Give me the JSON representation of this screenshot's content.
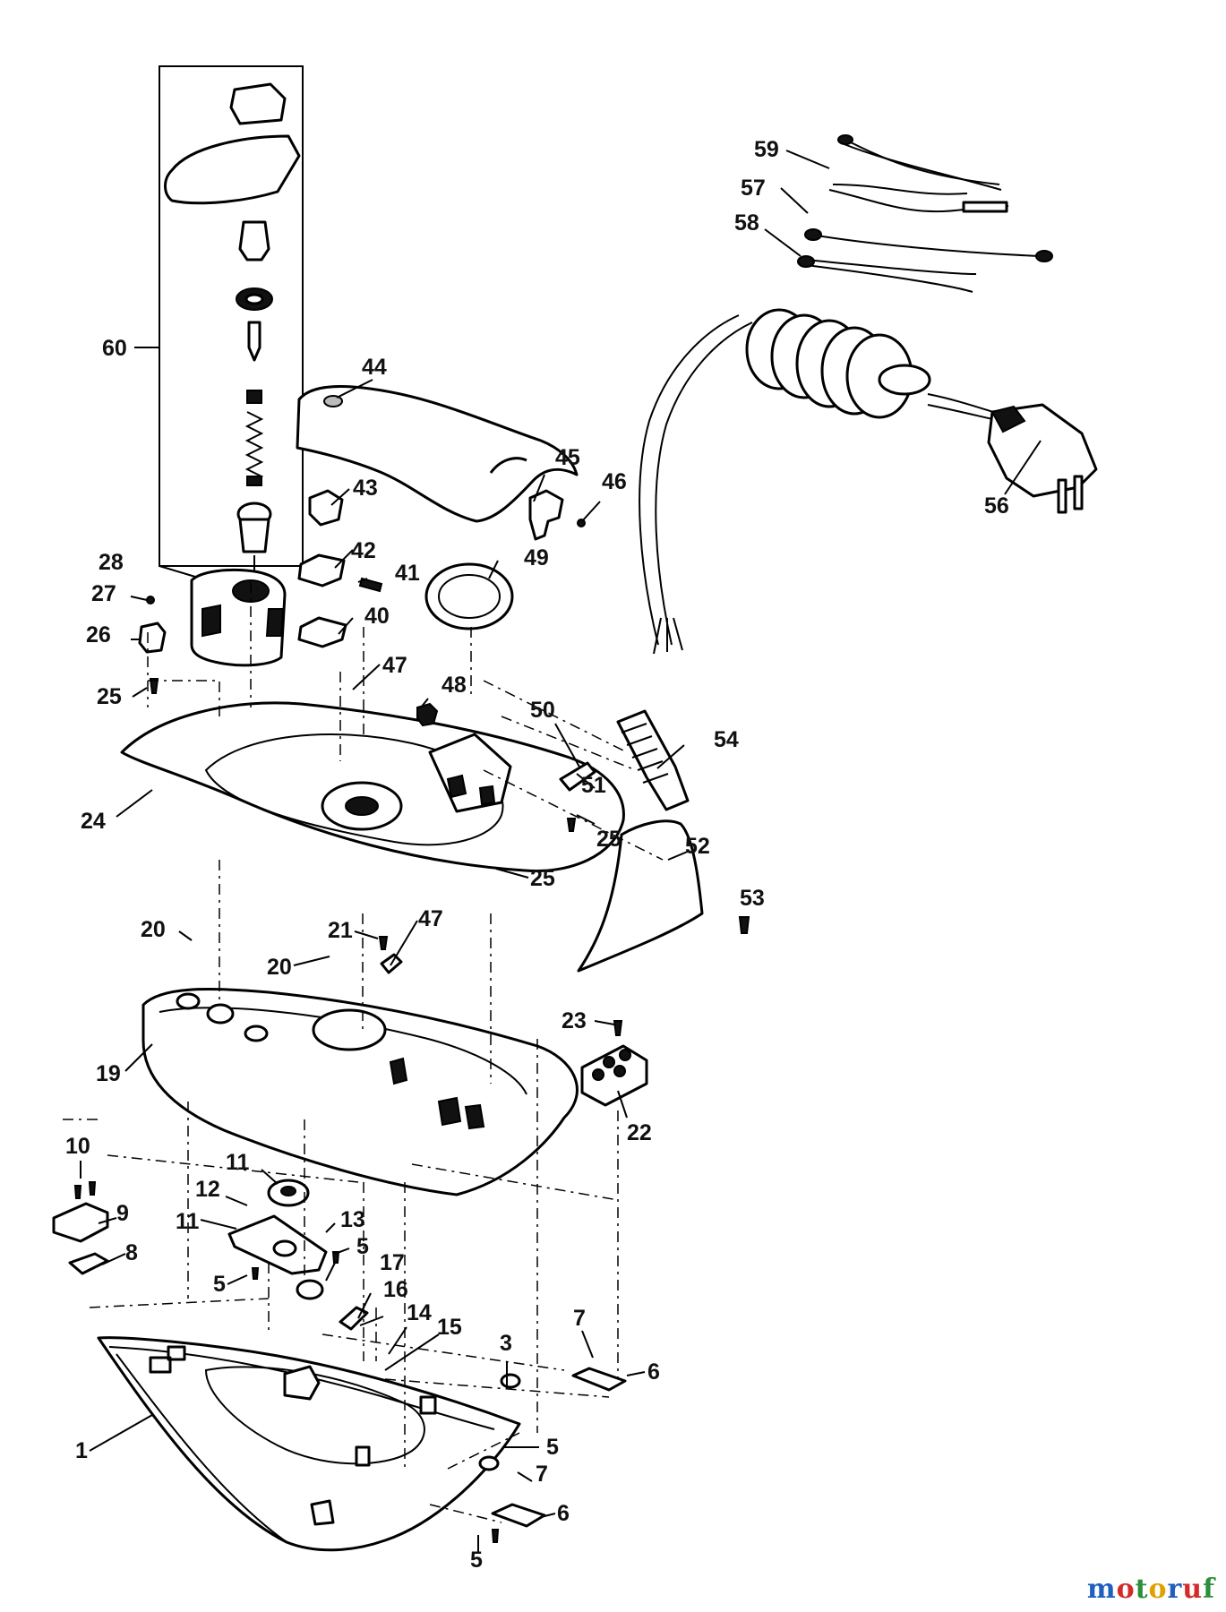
{
  "watermark": {
    "text": "motoruf",
    "colors": [
      "#1f5fbf",
      "#d42a2a",
      "#2a8f3a",
      "#e0a000"
    ]
  },
  "callouts": [
    {
      "id": "c60",
      "text": "60"
    },
    {
      "id": "c59",
      "text": "59"
    },
    {
      "id": "c57",
      "text": "57"
    },
    {
      "id": "c58",
      "text": "58"
    },
    {
      "id": "c56",
      "text": "56"
    },
    {
      "id": "c44",
      "text": "44"
    },
    {
      "id": "c45",
      "text": "45"
    },
    {
      "id": "c46",
      "text": "46"
    },
    {
      "id": "c43",
      "text": "43"
    },
    {
      "id": "c42",
      "text": "42"
    },
    {
      "id": "c41",
      "text": "41"
    },
    {
      "id": "c49",
      "text": "49"
    },
    {
      "id": "c40",
      "text": "40"
    },
    {
      "id": "c28",
      "text": "28"
    },
    {
      "id": "c27",
      "text": "27"
    },
    {
      "id": "c26",
      "text": "26"
    },
    {
      "id": "c25a",
      "text": "25"
    },
    {
      "id": "c47a",
      "text": "47"
    },
    {
      "id": "c48",
      "text": "48"
    },
    {
      "id": "c50",
      "text": "50"
    },
    {
      "id": "c54",
      "text": "54"
    },
    {
      "id": "c51",
      "text": "51"
    },
    {
      "id": "c25b",
      "text": "25"
    },
    {
      "id": "c24",
      "text": "24"
    },
    {
      "id": "c52",
      "text": "52"
    },
    {
      "id": "c25c",
      "text": "25"
    },
    {
      "id": "c53",
      "text": "53"
    },
    {
      "id": "c20a",
      "text": "20"
    },
    {
      "id": "c21",
      "text": "21"
    },
    {
      "id": "c47b",
      "text": "47"
    },
    {
      "id": "c20b",
      "text": "20"
    },
    {
      "id": "c23",
      "text": "23"
    },
    {
      "id": "c19",
      "text": "19"
    },
    {
      "id": "c22",
      "text": "22"
    },
    {
      "id": "c10",
      "text": "10"
    },
    {
      "id": "c11a",
      "text": "11"
    },
    {
      "id": "c12",
      "text": "12"
    },
    {
      "id": "c9",
      "text": "9"
    },
    {
      "id": "c11b",
      "text": "11"
    },
    {
      "id": "c13",
      "text": "13"
    },
    {
      "id": "c8",
      "text": "8"
    },
    {
      "id": "c5a",
      "text": "5"
    },
    {
      "id": "c17",
      "text": "17"
    },
    {
      "id": "c5b",
      "text": "5"
    },
    {
      "id": "c16",
      "text": "16"
    },
    {
      "id": "c14",
      "text": "14"
    },
    {
      "id": "c7a",
      "text": "7"
    },
    {
      "id": "c15",
      "text": "15"
    },
    {
      "id": "c3",
      "text": "3"
    },
    {
      "id": "c6a",
      "text": "6"
    },
    {
      "id": "c1",
      "text": "1"
    },
    {
      "id": "c5c",
      "text": "5"
    },
    {
      "id": "c7b",
      "text": "7"
    },
    {
      "id": "c6b",
      "text": "6"
    },
    {
      "id": "c5d",
      "text": "5"
    }
  ]
}
